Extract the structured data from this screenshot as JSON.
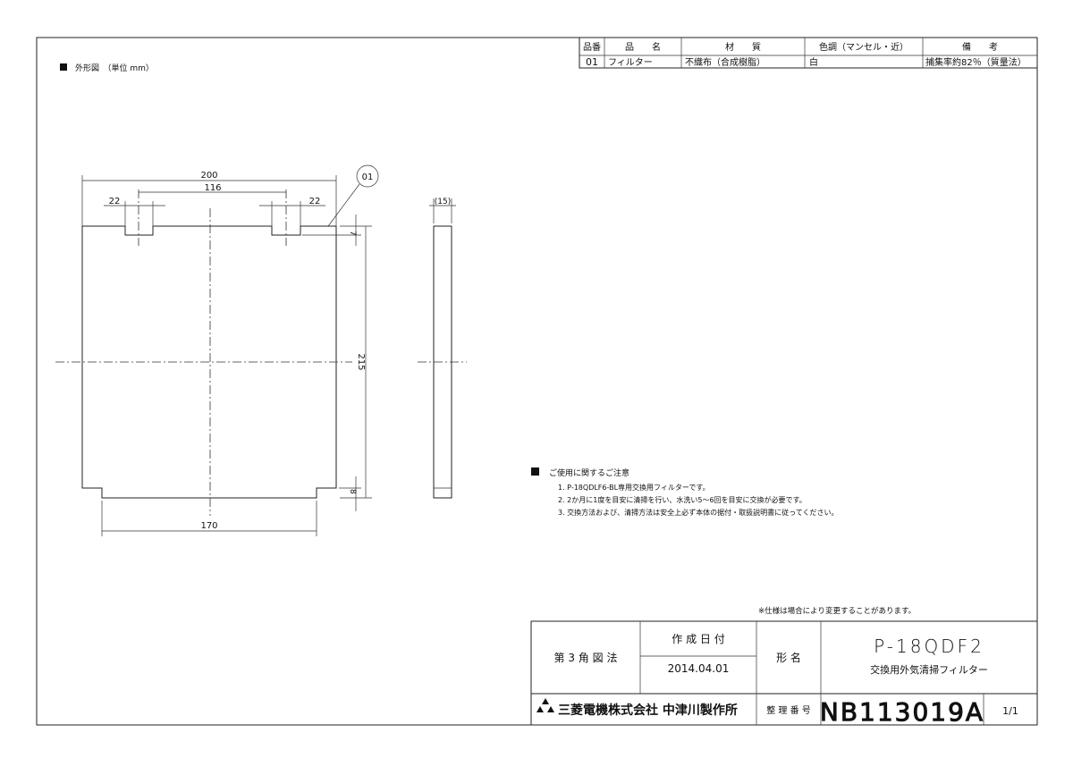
{
  "parts_table": {
    "headers": [
      "品番",
      "品　　名",
      "材　　質",
      "色調（マンセル・近）",
      "備　　考"
    ],
    "rows": [
      [
        "01",
        "フィルター",
        "不織布（合成樹脂）",
        "白",
        "捕集率約82％（質量法）"
      ]
    ]
  },
  "view_label": "外形図　（単位 mm）",
  "dimensions": {
    "width": "200",
    "notch_spacing": "116",
    "notch_left": "22",
    "notch_right": "22",
    "height": "215",
    "bottom_width": "170",
    "top_step": "7",
    "bottom_step": "8",
    "thickness": "(15)"
  },
  "balloon": "01",
  "notes": {
    "title": "ご使用に関するご注意",
    "items": [
      "1. P-18QDLF6-BL専用交換用フィルターです。",
      "2. 2か月に1度を目安に清掃を行い、水洗い5～6回を目安に交換が必要です。",
      "3. 交換方法および、清掃方法は安全上必ず本体の据付・取扱説明書に従ってください。"
    ]
  },
  "spec_notice": "※仕様は場合により変更することがあります。",
  "title_block": {
    "projection": "第 3 角 図 法",
    "date_label": "作 成 日 付",
    "date": "2014.04.01",
    "model_label": "形 名",
    "model": "P-18QDF2",
    "product_name": "交換用外気清掃フィルター",
    "company": "三菱電機株式会社 中津川製作所",
    "drawing_no_label": "整 理 番 号",
    "drawing_no": "NB113019A",
    "sheet": "1/1"
  }
}
